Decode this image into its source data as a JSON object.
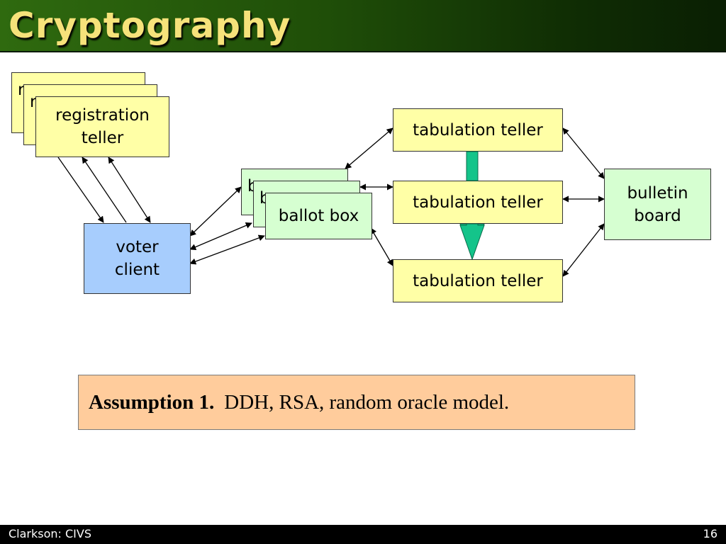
{
  "slide": {
    "title": "Cryptography"
  },
  "diagram": {
    "registration_teller_label": "registration\nteller",
    "registration_teller_back_label": "r",
    "voter_client_label": "voter\nclient",
    "ballot_box_label": "ballot box",
    "ballot_box_back_label": "b",
    "tabulation_teller_label": "tabulation teller",
    "bulletin_board_label": "bulletin\nboard"
  },
  "assumption": {
    "label": "Assumption 1.",
    "text": "DDH, RSA, random oracle model."
  },
  "footer": {
    "left": "Clarkson:  CIVS",
    "page_number": "16"
  },
  "colors": {
    "title_text": "#f6e27a",
    "title_bar_dark": "#0a1f03",
    "title_bar_green": "#2f6a0f",
    "teller_yellow": "#ffffa6",
    "ballot_green": "#d6ffd1",
    "voter_blue": "#a7cdfd",
    "assumption_peach": "#ffcc9c",
    "flow_arrow_teal": "#14c48a"
  }
}
